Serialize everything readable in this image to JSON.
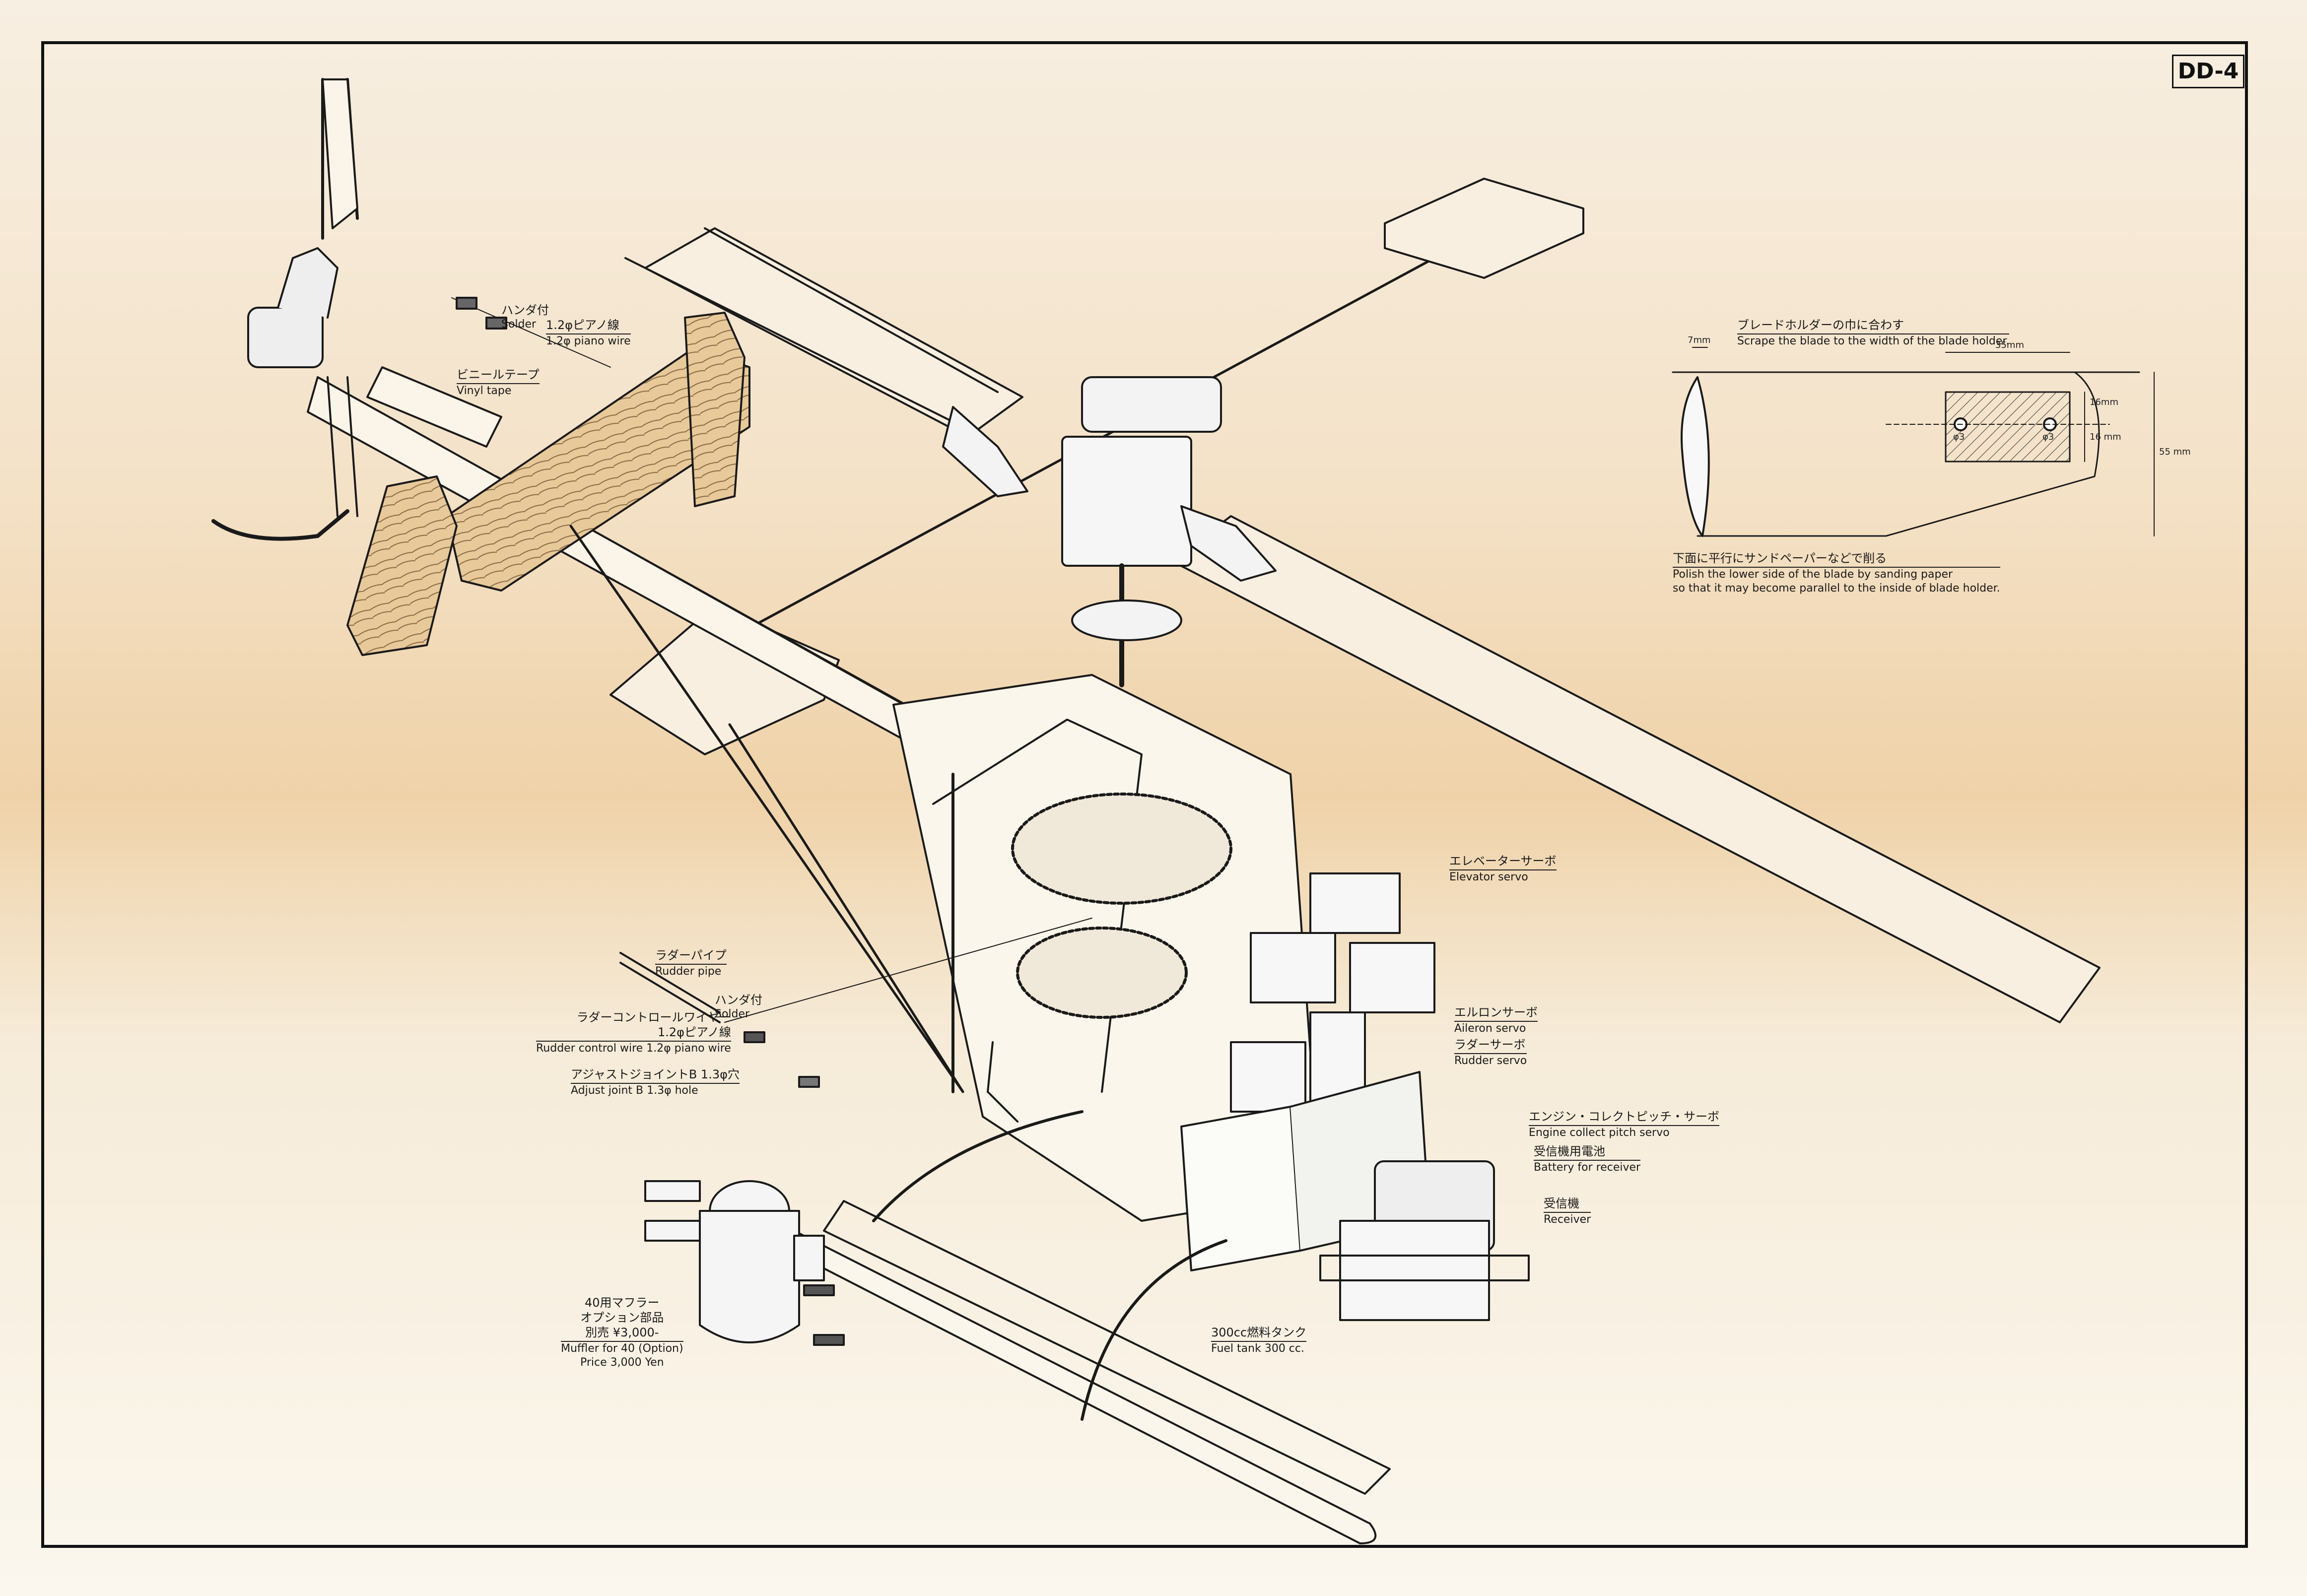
{
  "sheet": {
    "id": "DD-4"
  },
  "labels": {
    "solder_top": {
      "jp": "ハンダ付",
      "en": "Solder"
    },
    "piano_wire_top": {
      "jp": "1.2φピアノ線",
      "en": "1.2φ piano wire"
    },
    "vinyl_tape": {
      "jp": "ビニールテープ",
      "en": "Vinyl tape"
    },
    "blade_scrape": {
      "jp": "ブレードホルダーの巾に合わす",
      "en": "Scrape the blade to the width of the blade holder."
    },
    "blade_polish": {
      "jp": "下面に平行にサンドペーパーなどで削る",
      "en1": "Polish the lower side of the blade by sanding paper",
      "en2": "so that it may become parallel to the inside of blade holder."
    },
    "rudder_pipe": {
      "jp": "ラダーパイプ",
      "en": "Rudder pipe"
    },
    "solder_mid": {
      "jp": "ハンダ付",
      "en": "Solder"
    },
    "rudder_wire": {
      "jp1": "ラダーコントロールワイヤー",
      "jp2": "1.2φピアノ線",
      "en": "Rudder control wire 1.2φ piano wire"
    },
    "adjust_joint": {
      "jp": "アジャストジョイントB 1.3φ穴",
      "en": "Adjust joint B  1.3φ hole"
    },
    "elevator_servo": {
      "jp": "エレベーターサーボ",
      "en": "Elevator servo"
    },
    "aileron_servo": {
      "jp": "エルロンサーボ",
      "en": "Aileron servo"
    },
    "rudder_servo": {
      "jp": "ラダーサーボ",
      "en": "Rudder servo"
    },
    "engine_servo": {
      "jp": "エンジン・コレクトピッチ・サーボ",
      "en": "Engine collect pitch servo"
    },
    "battery": {
      "jp": "受信機用電池",
      "en": "Battery for receiver"
    },
    "receiver": {
      "jp": "受信機",
      "en": "Receiver"
    },
    "fuel_tank": {
      "jp": "300cc燃料タンク",
      "en": "Fuel tank 300 cc."
    },
    "muffler": {
      "jp1": "40用マフラー",
      "jp2": "オプション部品",
      "jp3": "別売 ¥3,000-",
      "en1": "Muffler for 40 (Option)",
      "en2": "Price 3,000 Yen"
    }
  },
  "dimensions": {
    "d7": "7mm",
    "d35": "35mm",
    "d16a": "16mm",
    "d16b": "16 mm",
    "d55": "55 mm",
    "hole1": "φ3",
    "hole2": "φ3"
  }
}
